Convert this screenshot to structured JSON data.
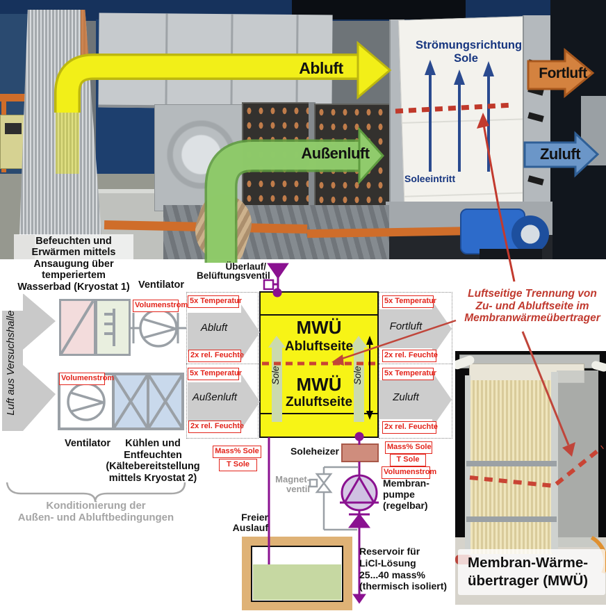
{
  "photo": {
    "abluft": "Abluft",
    "aussenluft": "Außenluft",
    "fortluft": "Fortluft",
    "zuluft": "Zuluft",
    "stroemung1": "Strömungsrichtung",
    "stroemung2": "Sole",
    "soleeintritt": "Soleeintritt"
  },
  "note": {
    "l1": "Befeuchten und",
    "l2": "Erwärmen mittels",
    "l3": "Ansaugung über",
    "l4": "temperiertem",
    "l5": "Wasserbad (Kryostat 1)"
  },
  "sch": {
    "hall_air": "Luft aus Versuchshalle",
    "ventilator": "Ventilator",
    "cool1": "Kühlen und",
    "cool2": "Entfeuchten",
    "cool3": "(Kältebereitstellung",
    "cool4": "mittels Kryostat 2)",
    "cond1": "Konditionierung der",
    "cond2": "Außen- und Abluftbedingungen",
    "overflow1": "Überlauf/",
    "overflow2": "Belüftungsventil",
    "abluft": "Abluft",
    "aussenluft": "Außenluft",
    "fortluft": "Fortluft",
    "zuluft": "Zuluft",
    "mwue": "MWÜ",
    "abluftseite": "Abluftseite",
    "zuluftseite": "Zuluftseite",
    "sole": "Sole",
    "soleheizer": "Soleheizer",
    "magnet1": "Magnet-",
    "magnet2": "ventil",
    "pump1": "Membran-",
    "pump2": "pumpe",
    "pump3": "(regelbar)",
    "drain1": "Freier",
    "drain2": "Auslauf",
    "res1": "Reservoir für",
    "res2": "LiCl-Lösung",
    "res3": "25...40 mass%",
    "res4": "(thermisch isoliert)"
  },
  "sensors": {
    "temperature": "5x Temperatur",
    "humidity": "2x rel. Feuchte",
    "volumeflow": "Volumenstrom",
    "mass_sole": "Mass% Sole",
    "t_sole": "T Sole"
  },
  "annotation": {
    "l1": "Luftseitige Trennung von",
    "l2": "Zu- und Abluftseite im",
    "l3": "Membranwärmeübertrager"
  },
  "caption": {
    "l1": "Membran-Wärme-",
    "l2": "übertrager (MWÜ)"
  },
  "colors": {
    "abluft_yellow": "#f2ef18",
    "aussenluft_green": "#90cb6c",
    "fortluft_orange": "#d4823f",
    "zuluft_blue": "#6b96c8",
    "sole_dark_blue": "#16357f",
    "separation_red": "#c0392e",
    "mwue_yellow": "#f7f416",
    "sole_purple": "#8a1190",
    "sensor_red": "#e3231a",
    "sole_pale_green": "#cbdaae",
    "reservoir_tan": "#dfb276",
    "liquid_green": "#c6d8a2"
  }
}
